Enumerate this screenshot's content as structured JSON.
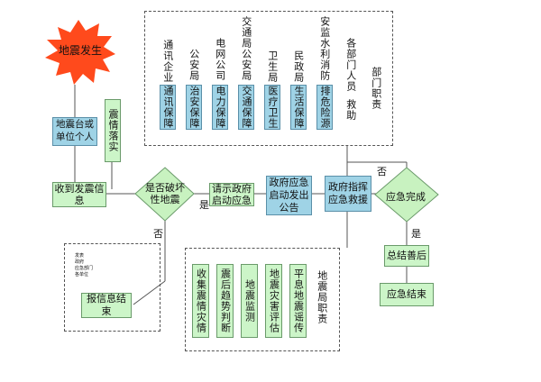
{
  "nodes": {
    "quake": "地震发生",
    "report_unit": "地震台或单位个人",
    "verify": "震情落实",
    "receive": "收到发震信息",
    "is_destructive": "是否破坏性地震",
    "request_gov": "请示政府启动应急",
    "gov_start": "政府应急启动发出公告",
    "gov_command": "政府指挥应急救援",
    "complete": "应急完成",
    "summary": "总结善后",
    "end": "应急结束",
    "report_end": "报信息结束"
  },
  "small_note": "发表\n政府\n应急部门\n各单位",
  "dept_title": "部门职责",
  "depts": [
    {
      "title": "通讯企业",
      "duty": "通讯保障"
    },
    {
      "title": "公安局",
      "duty": "治安保障"
    },
    {
      "title": "电网公司",
      "duty": "电力保障"
    },
    {
      "title": "交通局公安局",
      "duty": "交通保障"
    },
    {
      "title": "卫生局",
      "duty": "医疗卫生"
    },
    {
      "title": "民政局",
      "duty": "生活保障"
    },
    {
      "title": "安监水利消防",
      "duty": "排危险源"
    },
    {
      "title": "各部门人员",
      "duty": "救助"
    }
  ],
  "bureau_title": "地震局职责",
  "bureau_duties": [
    "收集震情灾情",
    "震后趋势判断",
    "地震监测",
    "地震灾害评估",
    "平息地震谣传"
  ],
  "labels": {
    "yes1": "是",
    "no1": "否",
    "no2": "否",
    "yes2": "是"
  },
  "colors": {
    "burst": "#ff4a1c",
    "green": "#ccf5c8",
    "blue": "#9fd3e6",
    "diamond": "#c8f2c0"
  }
}
